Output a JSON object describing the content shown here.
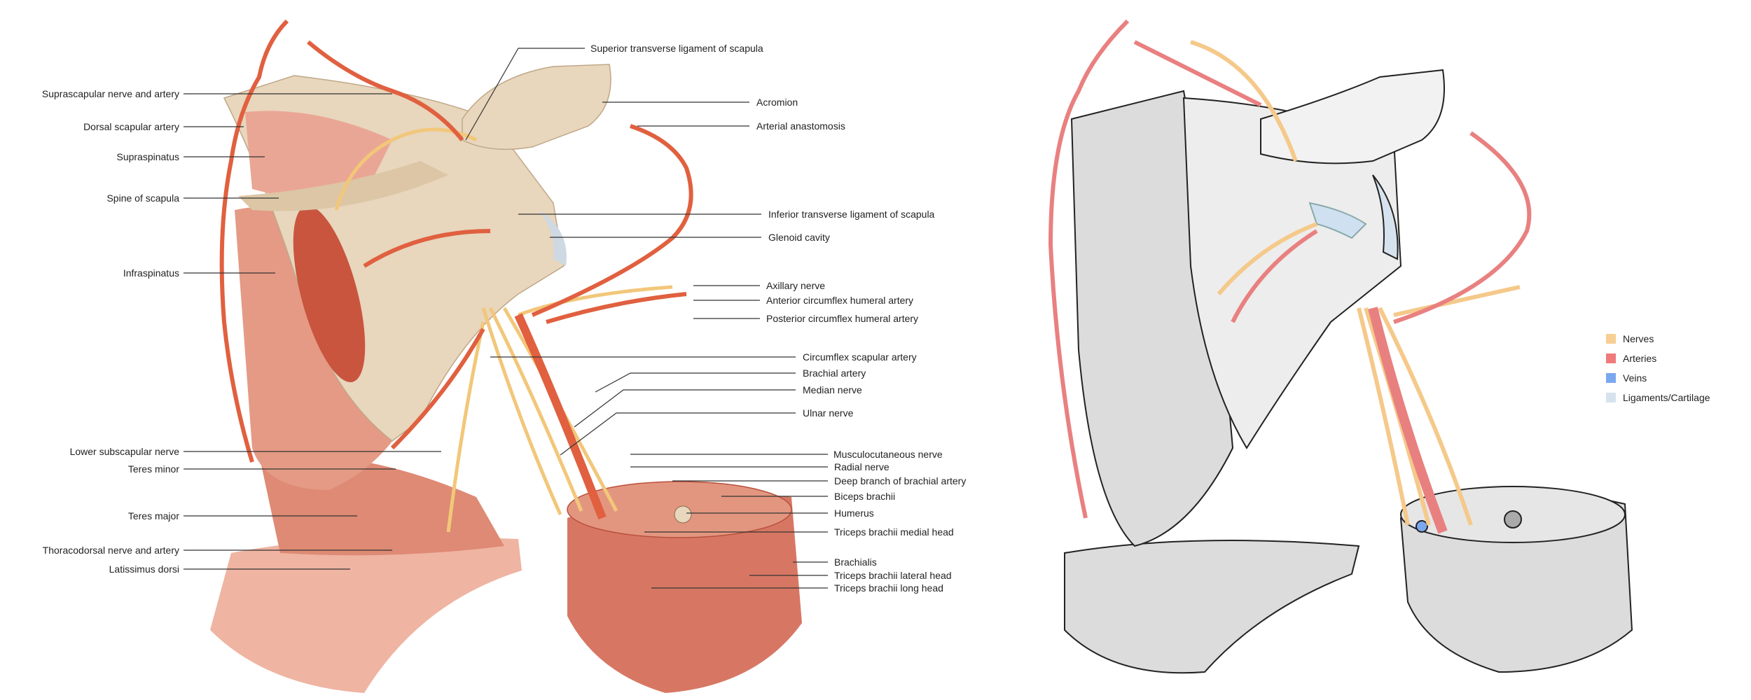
{
  "colored_figure": {
    "left_labels": [
      "Suprascapular nerve and artery",
      "Dorsal scapular artery",
      "Supraspinatus",
      "Spine of scapula",
      "Infraspinatus",
      "Lower subscapular nerve",
      "Teres minor",
      "Teres major",
      "Thoracodorsal nerve and artery",
      "Latissimus dorsi"
    ],
    "right_labels": [
      "Superior transverse ligament of scapula",
      "Acromion",
      "Arterial anastomosis",
      "Inferior transverse ligament of scapula",
      "Glenoid cavity",
      "Axillary nerve",
      "Anterior circumflex humeral artery",
      "Posterior circumflex humeral artery",
      "Circumflex scapular artery",
      "Brachial artery",
      "Median nerve",
      "Ulnar nerve",
      "Musculocutaneous nerve",
      "Radial nerve",
      "Deep branch of brachial artery",
      "Biceps brachii",
      "Humerus",
      "Triceps brachii medial head",
      "Brachialis",
      "Triceps brachii lateral head",
      "Triceps brachii long head"
    ]
  },
  "legend": [
    {
      "label": "Nerves",
      "color": "#f7cf93"
    },
    {
      "label": "Arteries",
      "color": "#ef7b7b"
    },
    {
      "label": "Veins",
      "color": "#7ba7ef"
    },
    {
      "label": "Ligaments/Cartilage",
      "color": "#d6e3ef"
    }
  ],
  "colors": {
    "bone": "#e8d6bd",
    "muscle": "#e9a08c",
    "muscle_dark": "#c9553f",
    "artery": "#e0603f",
    "nerve": "#f2c77a",
    "schematic_fill": "#dcdcdc",
    "schematic_artery": "#e98080",
    "schematic_nerve": "#f5c98a"
  }
}
